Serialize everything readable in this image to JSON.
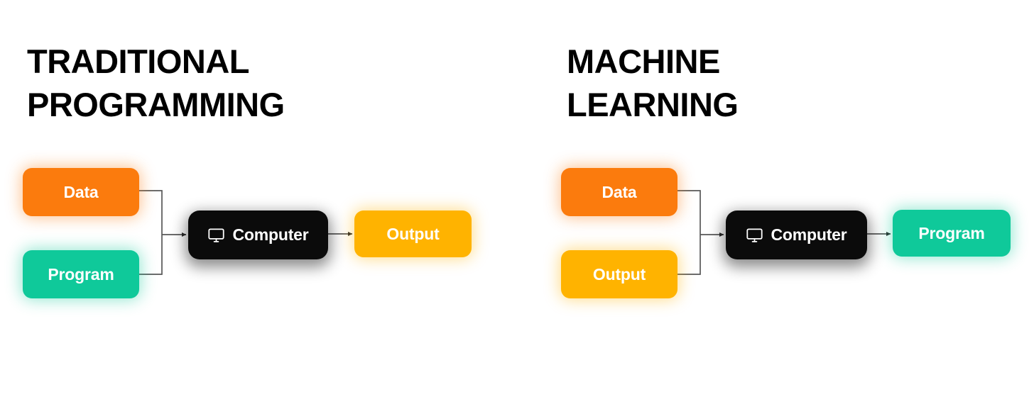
{
  "page": {
    "background": "#ffffff",
    "colors": {
      "orange": "#FB7B0D",
      "green": "#0FC99A",
      "amber": "#FFB300",
      "black": "#0B0B0B",
      "wire": "#575757",
      "text_on_node": "#ffffff",
      "title": "#000000"
    }
  },
  "panels": [
    {
      "id": "traditional-programming",
      "title": "TRADITIONAL\nPROGRAMMING",
      "inputs": [
        {
          "label": "Data",
          "color": "orange"
        },
        {
          "label": "Program",
          "color": "green"
        }
      ],
      "processor": {
        "label": "Computer",
        "icon": "monitor-icon",
        "color": "black"
      },
      "output": {
        "label": "Output",
        "color": "amber"
      }
    },
    {
      "id": "machine-learning",
      "title": "MACHINE\nLEARNING",
      "inputs": [
        {
          "label": "Data",
          "color": "orange"
        },
        {
          "label": "Output",
          "color": "amber"
        }
      ],
      "processor": {
        "label": "Computer",
        "icon": "monitor-icon",
        "color": "black"
      },
      "output": {
        "label": "Program",
        "color": "green"
      }
    }
  ]
}
